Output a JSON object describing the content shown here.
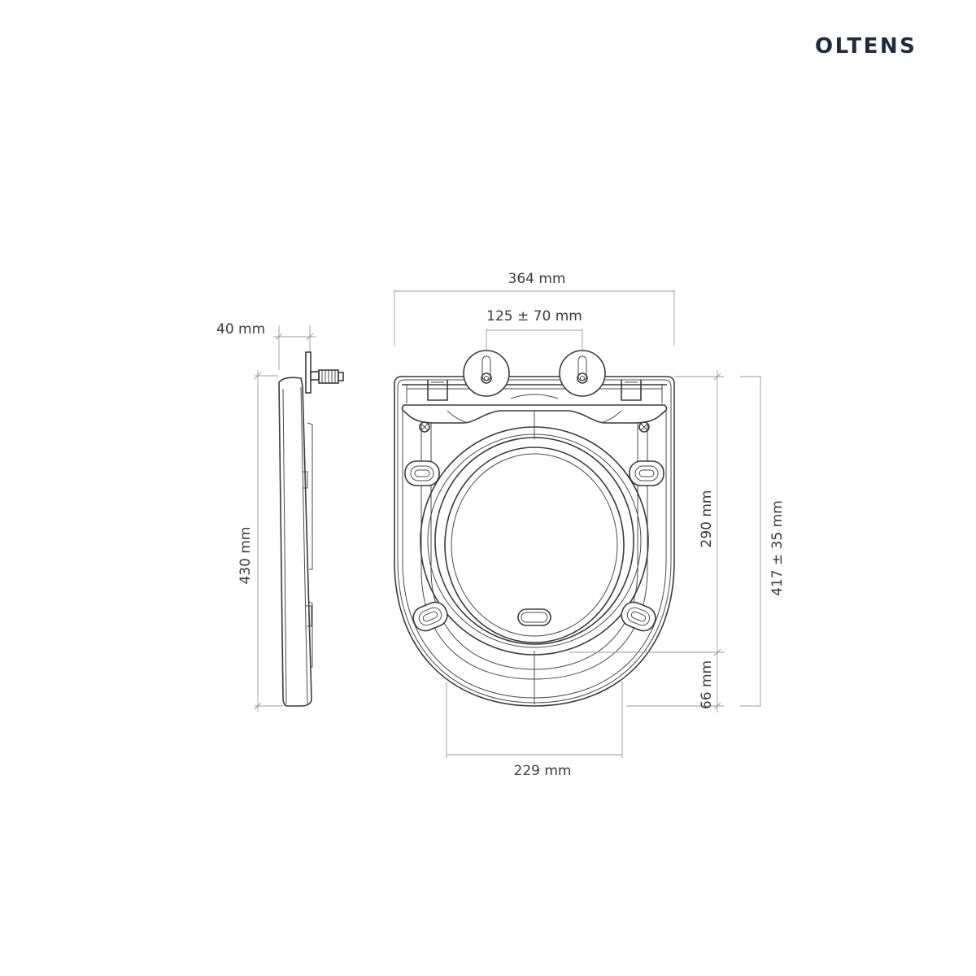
{
  "brand": {
    "name": "OLTENS"
  },
  "dimensions": {
    "side_depth": "40 mm",
    "side_length": "430 mm",
    "overall_width": "364 mm",
    "hinge_spacing": "125 ± 70 mm",
    "front_length": "290 mm",
    "front_tail": "66 mm",
    "total_length": "417  ± 35 mm",
    "inner_width": "229 mm"
  }
}
